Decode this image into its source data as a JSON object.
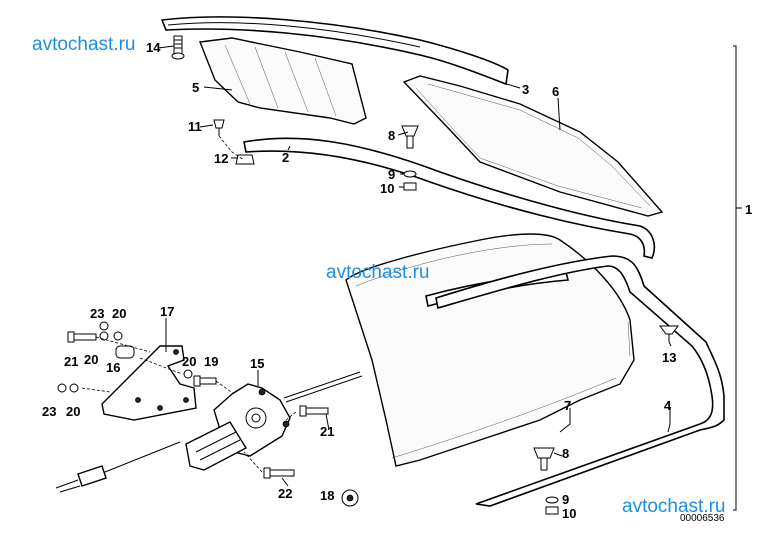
{
  "watermarks": [
    "avtochast.ru",
    "avtochast.ru",
    "avtochast.ru"
  ],
  "drawing_number": "00006536",
  "callouts": [
    "1",
    "2",
    "3",
    "4",
    "5",
    "6",
    "7",
    "8",
    "9",
    "10",
    "11",
    "12",
    "13",
    "14",
    "15",
    "16",
    "17",
    "18",
    "19",
    "20",
    "21",
    "22",
    "23",
    "8",
    "9",
    "10",
    "20",
    "20",
    "20",
    "21",
    "23"
  ]
}
